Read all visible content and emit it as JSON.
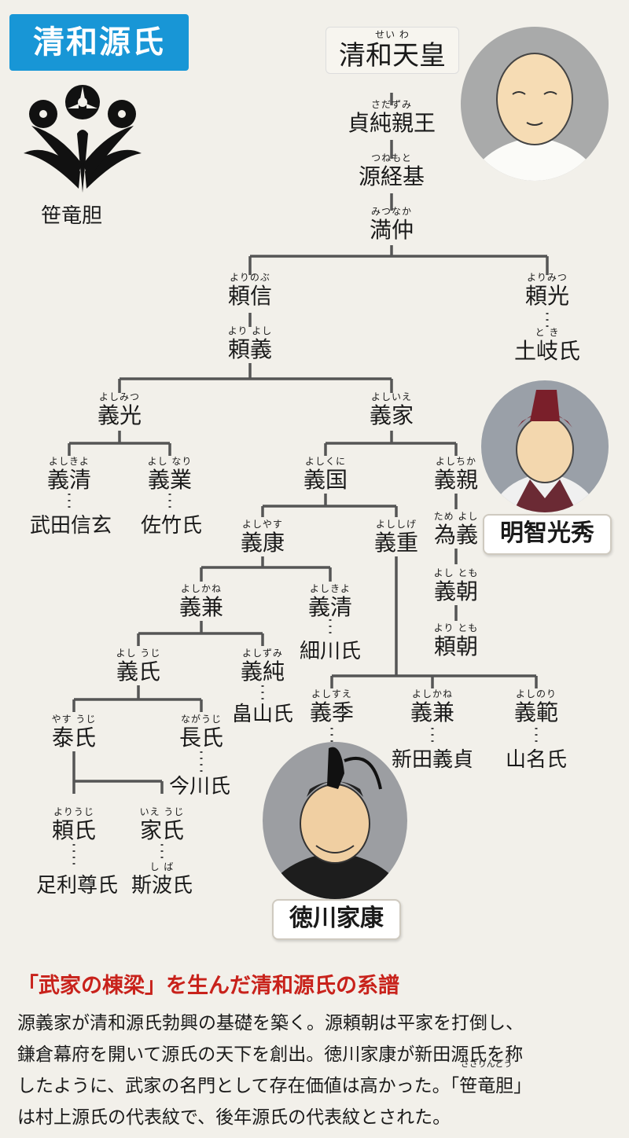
{
  "header": {
    "title": "清和源氏",
    "crest_name": "笹竜胆"
  },
  "tree": {
    "seiwa": {
      "ruby": "せい わ",
      "name": "清和天皇"
    },
    "sadazumi": {
      "ruby": "さだずみ",
      "name": "貞純親王"
    },
    "tsunemoto": {
      "ruby": "つねもと",
      "name": "源経基"
    },
    "mitsunaka": {
      "ruby": "みつなか",
      "name": "満仲"
    },
    "yorinobu": {
      "ruby": "よりのぶ",
      "name": "頼信"
    },
    "yorimitsu": {
      "ruby": "よりみつ",
      "name": "頼光"
    },
    "toki": {
      "ruby": "と き",
      "name": "土岐氏"
    },
    "yoriyoshi": {
      "ruby": "より よし",
      "name": "頼義"
    },
    "yoshimitsu": {
      "ruby": "よしみつ",
      "name": "義光"
    },
    "yoshiie": {
      "ruby": "よしいえ",
      "name": "義家"
    },
    "yoshikiyo_a": {
      "ruby": "よしきよ",
      "name": "義清"
    },
    "yoshinari": {
      "ruby": "よし なり",
      "name": "義業"
    },
    "yoshikuni": {
      "ruby": "よしくに",
      "name": "義国"
    },
    "yoshichika": {
      "ruby": "よしちか",
      "name": "義親"
    },
    "takeda": {
      "name": "武田信玄"
    },
    "satake": {
      "name": "佐竹氏"
    },
    "yoshiyasu": {
      "ruby": "よしやす",
      "name": "義康"
    },
    "yoshishige": {
      "ruby": "よししげ",
      "name": "義重"
    },
    "tameyoshi": {
      "ruby": "ため よし",
      "name": "為義"
    },
    "yoshitomo": {
      "ruby": "よし とも",
      "name": "義朝"
    },
    "yoritomo": {
      "ruby": "より とも",
      "name": "頼朝"
    },
    "yoshikane_a": {
      "ruby": "よしかね",
      "name": "義兼"
    },
    "yoshikiyo_b": {
      "ruby": "よしきよ",
      "name": "義清"
    },
    "hosokawa": {
      "name": "細川氏"
    },
    "yoshiuji": {
      "ruby": "よし うじ",
      "name": "義氏"
    },
    "yoshizumi": {
      "ruby": "よしずみ",
      "name": "義純"
    },
    "hatakeyama": {
      "name": "畠山氏"
    },
    "yoshisue": {
      "ruby": "よしすえ",
      "name": "義季"
    },
    "yoshikane_b": {
      "ruby": "よしかね",
      "name": "義兼"
    },
    "yoshinori": {
      "ruby": "よしのり",
      "name": "義範"
    },
    "yasuuji": {
      "ruby": "やす うじ",
      "name": "泰氏"
    },
    "nagauji": {
      "ruby": "ながうじ",
      "name": "長氏"
    },
    "nitta": {
      "name": "新田義貞"
    },
    "yamana": {
      "name": "山名氏"
    },
    "imagawa": {
      "name": "今川氏"
    },
    "yoriuji": {
      "ruby": "よりうじ",
      "name": "頼氏"
    },
    "ieuji": {
      "ruby": "いえ うじ",
      "name": "家氏"
    },
    "ashikaga": {
      "name": "足利尊氏"
    },
    "shiba": {
      "ruby": "し ば",
      "name": "斯波氏"
    }
  },
  "portraits": {
    "akechi": "明智光秀",
    "tokugawa": "徳川家康"
  },
  "caption": {
    "heading": "「武家の棟梁」を生んだ清和源氏の系譜",
    "line1": "源義家が清和源氏勃興の基礎を築く。源頼朝は平家を打倒し、",
    "line2": "鎌倉幕府を開いて源氏の天下を創出。徳川家康が新田源氏を称",
    "line3_a": "したように、武家の名門として存在価値は高かった。「",
    "line3_ruby": "ささりんどう",
    "line3_word": "笹竜胆",
    "line3_b": "」",
    "line4": "は村上源氏の代表紋で、後年源氏の代表紋とされた。"
  }
}
